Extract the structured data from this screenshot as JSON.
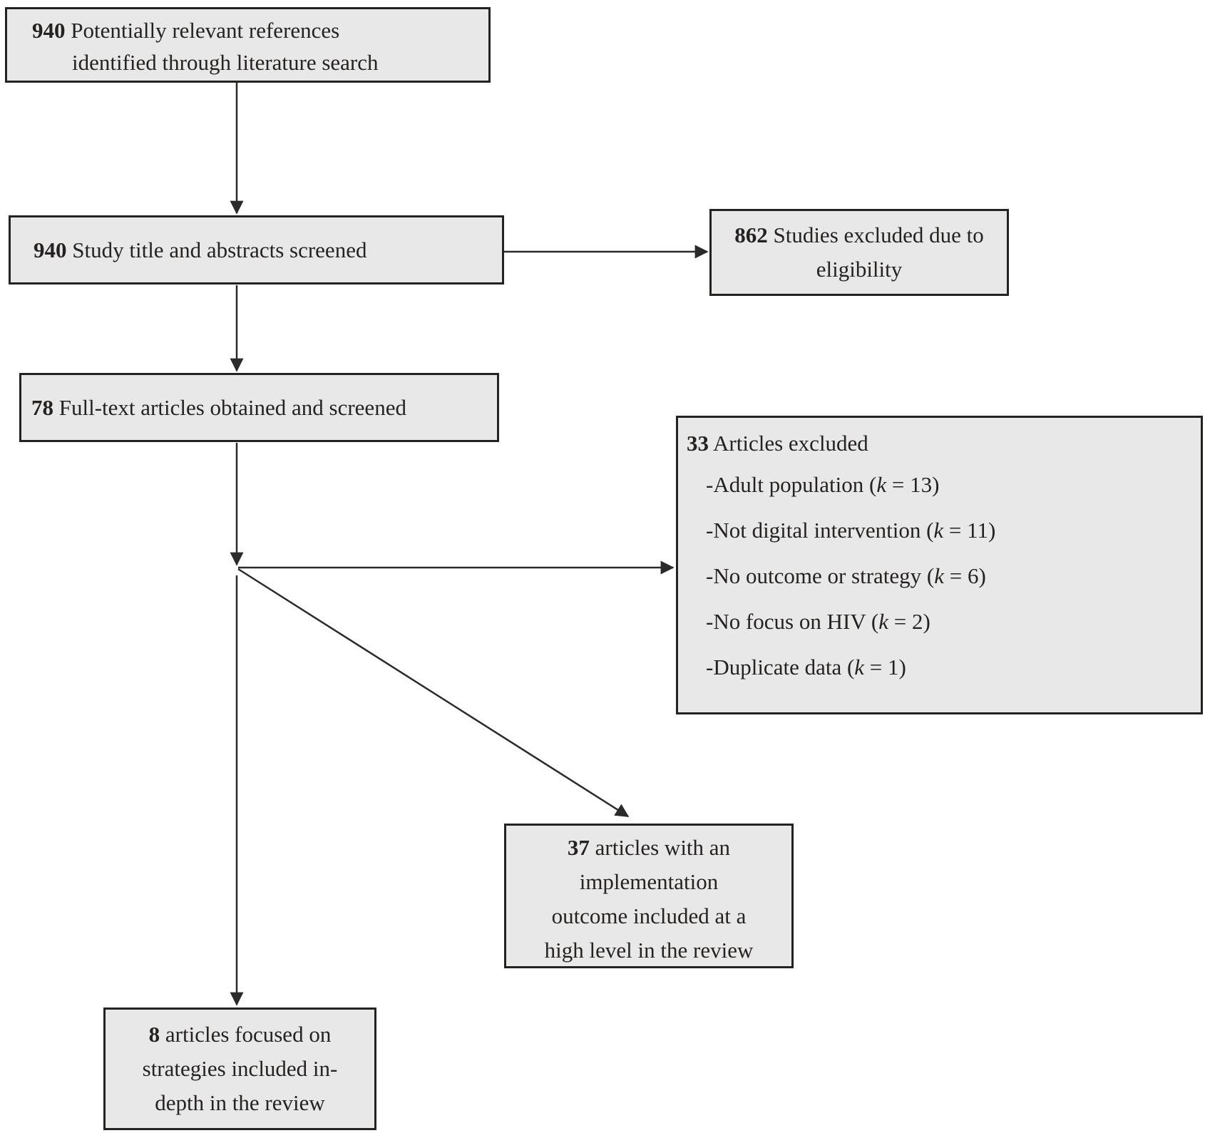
{
  "colors": {
    "background": "#ffffff",
    "box_fill": "#e8e8e9",
    "box_border": "#26221f",
    "text": "#26221f",
    "arrow": "#2b2a29"
  },
  "boxes": {
    "identified": {
      "count": "940",
      "line1_rest": " Potentially relevant references",
      "line2": "identified through literature search"
    },
    "title_screened": {
      "count": "940",
      "rest": " Study title and abstracts screened"
    },
    "excluded_eligibility": {
      "count": "862",
      "line1_rest": " Studies excluded due to",
      "line2": "eligibility"
    },
    "fulltext_screened": {
      "count": "78",
      "rest": " Full-text articles obtained and screened"
    },
    "articles_excluded": {
      "count": "33",
      "title_rest": " Articles excluded",
      "items": [
        {
          "pre": "-Adult population (",
          "k": "k",
          "post": " = 13)"
        },
        {
          "pre": "-Not digital intervention (",
          "k": "k",
          "post": " = 11)"
        },
        {
          "pre": "-No outcome or strategy (",
          "k": "k",
          "post": " = 6)"
        },
        {
          "pre": "-No focus on HIV (",
          "k": "k",
          "post": " = 2)"
        },
        {
          "pre": "-Duplicate data (",
          "k": "k",
          "post": " = 1)"
        }
      ]
    },
    "implementation_outcome": {
      "count": "37",
      "line1_rest": " articles with an",
      "line2": "implementation",
      "line3": "outcome included at a",
      "line4": "high level in the review"
    },
    "strategies_indepth": {
      "count": "8",
      "line1_rest": " articles focused on",
      "line2": "strategies included in-",
      "line3": "depth in the review"
    }
  }
}
